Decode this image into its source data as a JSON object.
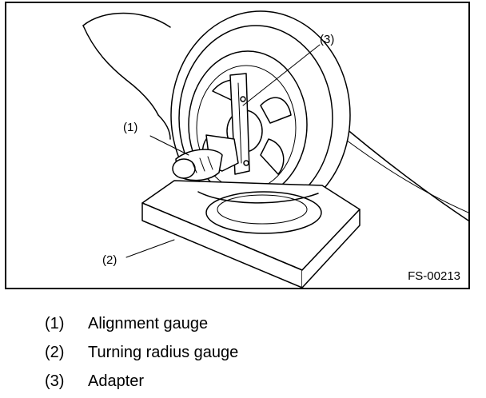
{
  "figure": {
    "callouts": [
      "(1)",
      "(2)",
      "(3)"
    ],
    "code": "FS-00213"
  },
  "legend": [
    {
      "num": "(1)",
      "label": "Alignment gauge"
    },
    {
      "num": "(2)",
      "label": "Turning radius gauge"
    },
    {
      "num": "(3)",
      "label": "Adapter"
    }
  ]
}
